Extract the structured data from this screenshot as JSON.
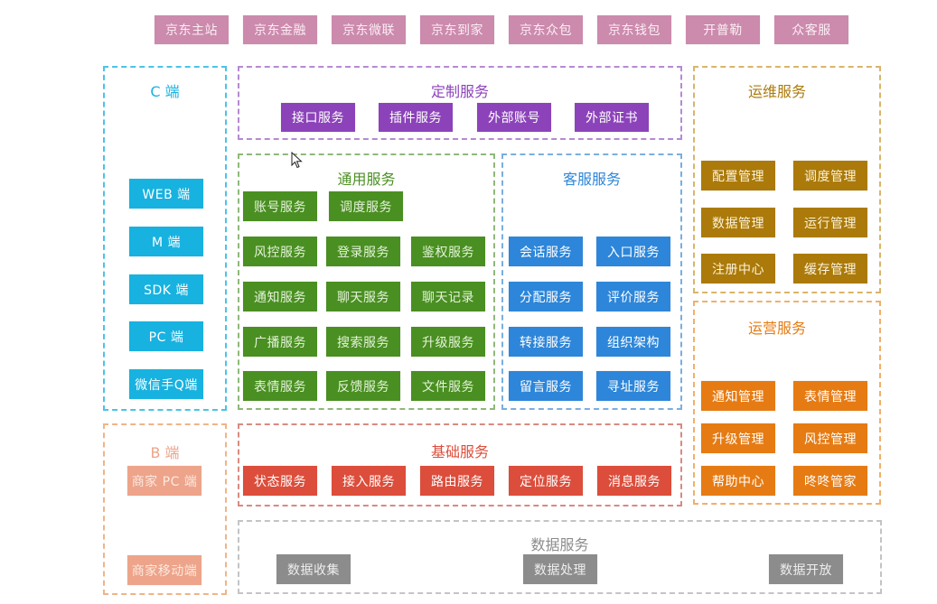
{
  "top_nav": {
    "items": [
      "京东主站",
      "京东金融",
      "京东微联",
      "京东到家",
      "京东众包",
      "京东钱包",
      "开普勒",
      "众客服"
    ],
    "color": "#cc8aad"
  },
  "c_end": {
    "title": "C 端",
    "color": "#17b2e0",
    "items": [
      "WEB 端",
      "M 端",
      "SDK 端",
      "PC 端",
      "微信手Q端"
    ]
  },
  "b_end": {
    "title": "B 端",
    "color": "#eda48a",
    "items": [
      "商家 PC 端",
      "商家移动端"
    ]
  },
  "custom_services": {
    "title": "定制服务",
    "color": "#8c43ba",
    "items": [
      "接口服务",
      "插件服务",
      "外部账号",
      "外部证书"
    ]
  },
  "common_services": {
    "title": "通用服务",
    "color": "#4a8f22",
    "items": [
      "账号服务",
      "调度服务",
      "风控服务",
      "登录服务",
      "鉴权服务",
      "通知服务",
      "聊天服务",
      "聊天记录",
      "广播服务",
      "搜索服务",
      "升级服务",
      "表情服务",
      "反馈服务",
      "文件服务"
    ]
  },
  "customer_services": {
    "title": "客服服务",
    "color": "#2d86d9",
    "items": [
      "会话服务",
      "入口服务",
      "分配服务",
      "评价服务",
      "转接服务",
      "组织架构",
      "留言服务",
      "寻址服务"
    ]
  },
  "ops_services": {
    "title": "运维服务",
    "color": "#ab7a0a",
    "items": [
      "配置管理",
      "调度管理",
      "数据管理",
      "运行管理",
      "注册中心",
      "缓存管理"
    ]
  },
  "operation_services": {
    "title": "运营服务",
    "color": "#e67b13",
    "items": [
      "通知管理",
      "表情管理",
      "升级管理",
      "风控管理",
      "帮助中心",
      "咚咚管家"
    ]
  },
  "base_services": {
    "title": "基础服务",
    "color": "#dc4d3b",
    "items": [
      "状态服务",
      "接入服务",
      "路由服务",
      "定位服务",
      "消息服务"
    ]
  },
  "data_services": {
    "title": "数据服务",
    "color": "#8c8c8c",
    "items": [
      "数据收集",
      "数据处理",
      "数据开放"
    ]
  }
}
